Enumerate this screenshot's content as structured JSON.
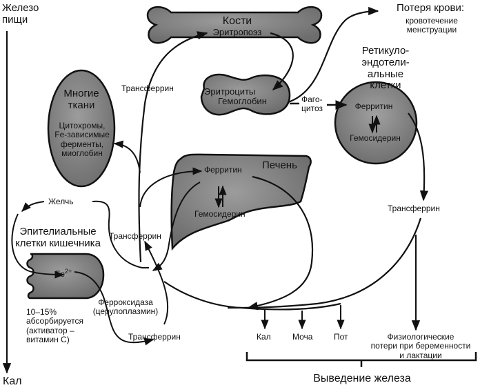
{
  "diagram": {
    "title": "Обмен железа",
    "colors": {
      "organ_fill": "#7a7a7a",
      "organ_fill_light": "#9a9a9a",
      "stroke": "#111111",
      "background": "#ffffff"
    },
    "dietary_iron": {
      "label_line1": "Железо",
      "label_line2": "пищи"
    },
    "feces_left": "Кал",
    "bone": {
      "title": "Кости",
      "process": "Эритропоэз"
    },
    "erythrocytes": {
      "line1": "Эритроциты",
      "line2": "Гемоглобин"
    },
    "blood_loss": {
      "title": "Потеря крови:",
      "line2": "кровотечение",
      "line3": "менструации"
    },
    "phagocytosis": {
      "line1": "Фаго-",
      "line2": "цитоз"
    },
    "res_cells": {
      "title_line1": "Ретикуло-",
      "title_line2": "эндотели-",
      "title_line3": "альные",
      "title_line4": "клетки",
      "ferritin": "Ферритин",
      "hemosiderin": "Гемосидерин"
    },
    "tissues": {
      "title_line1": "Многие",
      "title_line2": "ткани",
      "line1": "Цитохромы,",
      "line2": "Fe-зависимые",
      "line3": "ферменты,",
      "line4": "миоглобин"
    },
    "liver": {
      "title": "Печень",
      "ferritin": "Ферритин",
      "hemosiderin": "Гемосидерин"
    },
    "transferrin_top": "Трансферрин",
    "transferrin_mid": "Трансферрин",
    "transferrin_bottom": "Трансферрин",
    "transferrin_right": "Трансферрин",
    "bile": "Желчь",
    "intestine": {
      "title_line1": "Эпителиальные",
      "title_line2": "клетки кишечника",
      "ion": "Fe",
      "ion_charge": "2+"
    },
    "absorption": {
      "line1": "10–15%",
      "line2": "абсорбируется",
      "line3": "(активатор –",
      "line4": "витамин С)"
    },
    "ferroxidase": {
      "line1": "Ферроксидаза",
      "line2": "(церулоплазмин)"
    },
    "excretion": {
      "routes": [
        "Кал",
        "Моча",
        "Пот"
      ],
      "physiological_line1": "Физиологические",
      "physiological_line2": "потери при беременности",
      "physiological_line3": "и лактации",
      "title": "Выведение железа"
    }
  }
}
